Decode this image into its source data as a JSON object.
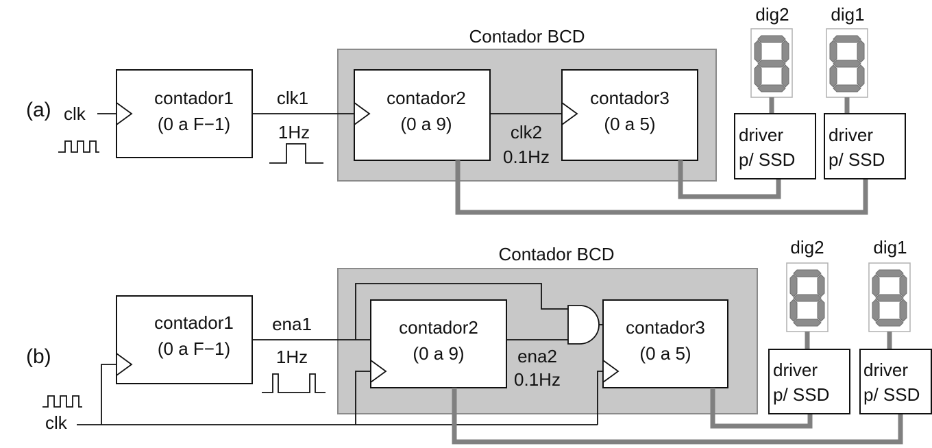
{
  "panel_a": {
    "tag": "(a)",
    "bcd_title": "Contador BCD",
    "clk_label": "clk",
    "counter1": {
      "name": "contador1",
      "range": "(0 a F−1)"
    },
    "signal1": {
      "name": "clk1",
      "freq": "1Hz"
    },
    "counter2": {
      "name": "contador2",
      "range": "(0 a 9)"
    },
    "signal2": {
      "name": "clk2",
      "freq": "0.1Hz"
    },
    "counter3": {
      "name": "contador3",
      "range": "(0 a 5)"
    },
    "digit2": {
      "label": "dig2",
      "driver_line1": "driver",
      "driver_line2": "p/ SSD"
    },
    "digit1": {
      "label": "dig1",
      "driver_line1": "driver",
      "driver_line2": "p/ SSD"
    }
  },
  "panel_b": {
    "tag": "(b)",
    "bcd_title": "Contador BCD",
    "clk_label": "clk",
    "counter1": {
      "name": "contador1",
      "range": "(0 a F−1)"
    },
    "signal1": {
      "name": "ena1",
      "freq": "1Hz"
    },
    "counter2": {
      "name": "contador2",
      "range": "(0 a 9)"
    },
    "signal2": {
      "name": "ena2",
      "freq": "0.1Hz"
    },
    "counter3": {
      "name": "contador3",
      "range": "(0 a 5)"
    },
    "digit2": {
      "label": "dig2",
      "driver_line1": "driver",
      "driver_line2": "p/ SSD"
    },
    "digit1": {
      "label": "dig1",
      "driver_line1": "driver",
      "driver_line2": "p/ SSD"
    }
  }
}
